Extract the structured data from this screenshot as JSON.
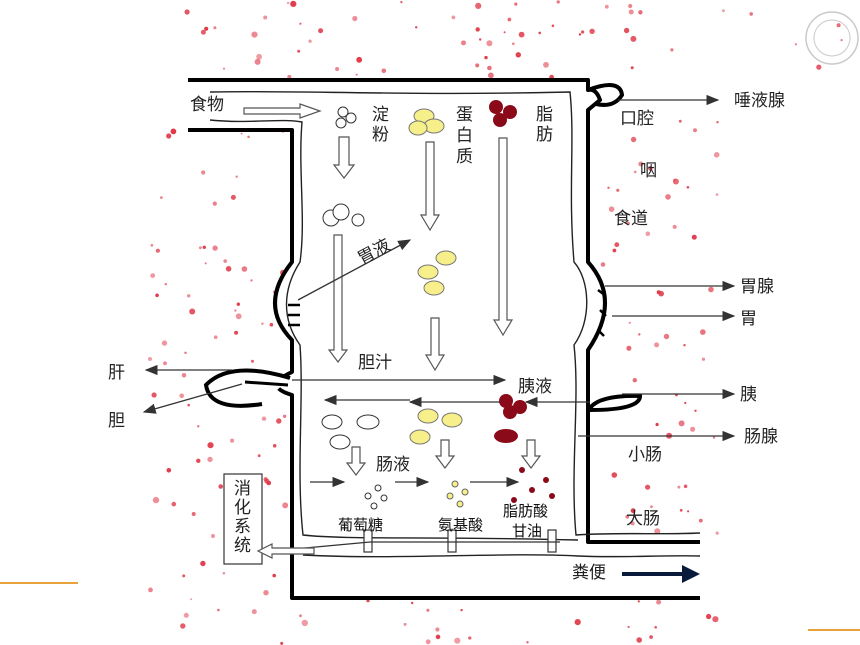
{
  "nutrients": {
    "starch": "淀粉",
    "protein": "蛋白质",
    "fat": "脂肪"
  },
  "food": "食物",
  "organs_right": {
    "mouth": "口腔",
    "pharynx": "咽",
    "esophagus": "食道",
    "small_intestine": "小肠",
    "large_intestine": "大肠"
  },
  "glands": {
    "salivary": "唾液腺",
    "gastric_gland": "胃腺",
    "stomach": "胃",
    "pancreas": "胰",
    "intestinal_gland": "肠腺",
    "liver": "肝",
    "gallbladder": "胆"
  },
  "juices": {
    "gastric": "胃液",
    "bile": "胆汁",
    "pancreatic": "胰液",
    "intestinal": "肠液"
  },
  "products": {
    "glucose": "葡萄糖",
    "amino_acid": "氨基酸",
    "fatty_acid": "脂肪酸",
    "glycerol": "甘油"
  },
  "system_label": "消化系统",
  "feces": "粪便",
  "colors": {
    "fat_red": "#8b0a1a",
    "protein_yellow": "#f7f08a",
    "dots_red": "#e03a4a",
    "accent_orange": "#e8a33c"
  }
}
